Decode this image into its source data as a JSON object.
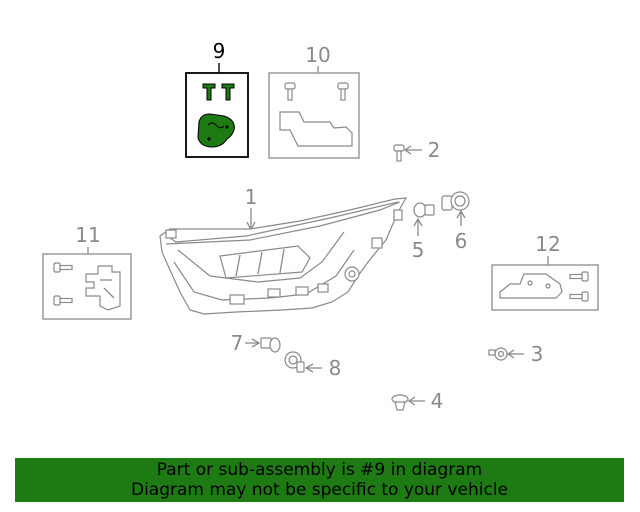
{
  "diagram": {
    "callouts": {
      "c1": "1",
      "c2": "2",
      "c3": "3",
      "c4": "4",
      "c5": "5",
      "c6": "6",
      "c7": "7",
      "c8": "8",
      "c9": "9",
      "c10": "10",
      "c11": "11",
      "c12": "12"
    },
    "highlighted_part": "9",
    "highlight_color": "#1e7a12"
  },
  "banner": {
    "line1": "Part or sub-assembly is #9 in diagram",
    "line2": "Diagram may not be specific to your vehicle",
    "background": "#1e7a12"
  }
}
